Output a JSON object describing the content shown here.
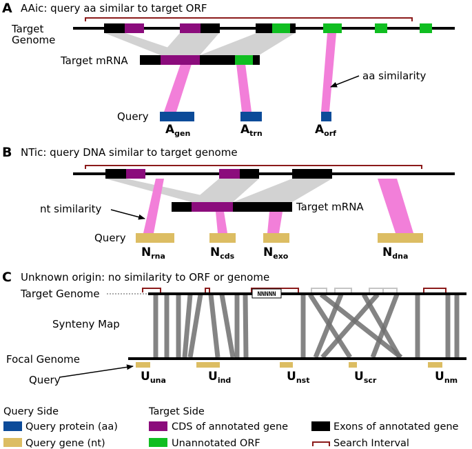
{
  "colors": {
    "query_protein": "#0c4b99",
    "query_gene": "#dcbd63",
    "cds": "#8b0c7c",
    "unannotated_orf": "#10be21",
    "exon": "#000000",
    "search_interval": "#8b1a1a",
    "similarity": "#f27fd9",
    "alignment_shadow": "#d2d2d2",
    "synteny": "#7a7a7a"
  },
  "panel_a": {
    "letter": "A",
    "title": "AAic: query aa similar to target ORF",
    "target_genome": [
      "Target",
      "Genome"
    ],
    "target_mrna": "Target mRNA",
    "query": "Query",
    "annotation": "aa similarity",
    "labels": [
      {
        "main": "A",
        "sub": "gen"
      },
      {
        "main": "A",
        "sub": "trn"
      },
      {
        "main": "A",
        "sub": "orf"
      }
    ]
  },
  "panel_b": {
    "letter": "B",
    "title": "NTic: query DNA similar to target genome",
    "target_mrna": "Target mRNA",
    "query": "Query",
    "annotation": "nt similarity",
    "labels": [
      {
        "main": "N",
        "sub": "rna"
      },
      {
        "main": "N",
        "sub": "cds"
      },
      {
        "main": "N",
        "sub": "exo"
      },
      {
        "main": "N",
        "sub": "dna"
      }
    ]
  },
  "panel_c": {
    "letter": "C",
    "title": "Unknown origin: no similarity to ORF or genome",
    "target_genome": "Target Genome",
    "synteny_map": "Synteny Map",
    "focal_genome": "Focal Genome",
    "query": "Query",
    "gap_text": "NNNNN",
    "labels": [
      {
        "main": "U",
        "sub": "una"
      },
      {
        "main": "U",
        "sub": "ind"
      },
      {
        "main": "U",
        "sub": "nst"
      },
      {
        "main": "U",
        "sub": "scr"
      },
      {
        "main": "U",
        "sub": "nm"
      }
    ]
  },
  "legend": {
    "query_side": {
      "title": "Query Side",
      "items": [
        "Query protein (aa)",
        "Query gene (nt)"
      ]
    },
    "target_side": {
      "title": "Target Side",
      "items": [
        "CDS of annotated gene",
        "Unannotated ORF",
        "Exons of annotated gene",
        "Search Interval"
      ]
    }
  }
}
